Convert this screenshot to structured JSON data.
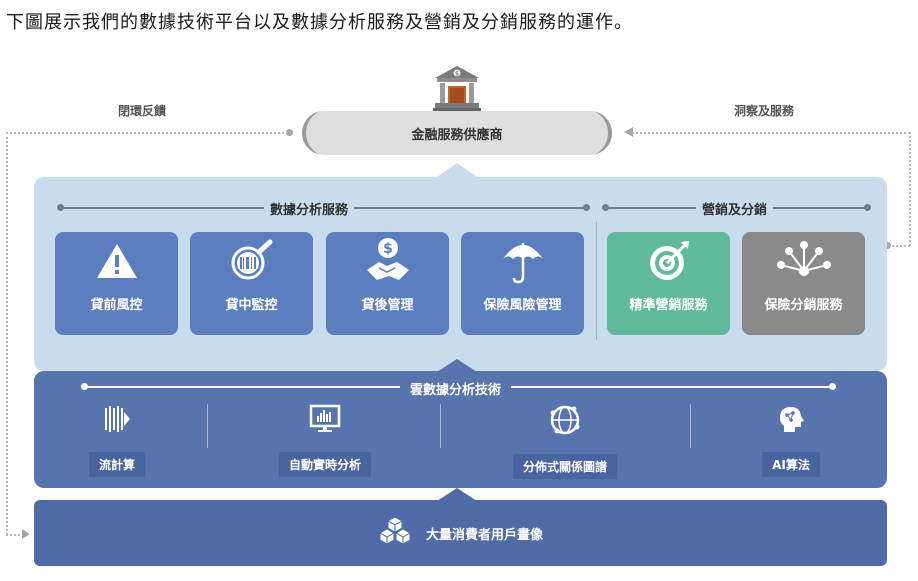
{
  "intro_text": "下圖展示我們的數據技術平台以及數據分析服務及營銷及分銷服務的運作。",
  "feedback_label": "閉環反饋",
  "insight_label": "洞察及服務",
  "provider_label": "金融服務供應商",
  "analytics_section": {
    "title": "數據分析服務",
    "cards": [
      {
        "label": "貸前風控",
        "icon": "warning-icon"
      },
      {
        "label": "貸中監控",
        "icon": "magnifier-icon"
      },
      {
        "label": "貸後管理",
        "icon": "handshake-dollar-icon"
      },
      {
        "label": "保險風險管理",
        "icon": "umbrella-icon"
      }
    ]
  },
  "marketing_section": {
    "title": "營銷及分銷",
    "cards": [
      {
        "label": "精準營銷服務",
        "icon": "target-icon"
      },
      {
        "label": "保險分銷服務",
        "icon": "distribution-network-icon"
      }
    ]
  },
  "tech_section": {
    "title": "雲數據分析技術",
    "items": [
      {
        "label": "流計算",
        "icon": "stream-icon"
      },
      {
        "label": "自動實時分析",
        "icon": "monitor-chart-icon"
      },
      {
        "label": "分佈式關係圖譜",
        "icon": "globe-network-icon"
      },
      {
        "label": "AI算法",
        "icon": "ai-head-icon"
      }
    ]
  },
  "profile_label": "大量消費者用戶畫像",
  "colors": {
    "light_panel": "#c9dcee",
    "mid_panel": "#5874ad",
    "dark_panel": "#4f6ca8",
    "analytics_card": "#5b7fbe",
    "marketing_green": "#5fb99a",
    "marketing_gray": "#8a8a8a",
    "provider_pill": "#dedede"
  }
}
